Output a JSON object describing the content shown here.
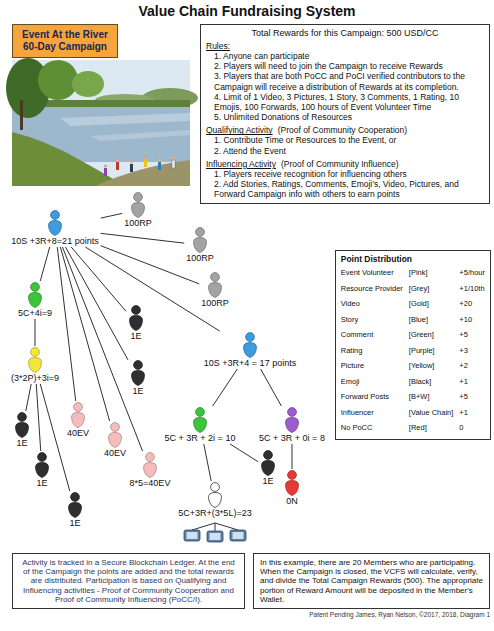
{
  "diagram": {
    "title": "Value Chain Fundraising System",
    "nodes": [
      {
        "text": [
          "Event At the River",
          "60-Day Campaign"
        ]
      },
      {
        "text": [
          "Total Rewards for this Campaign: 500 USD/CC",
          "Rules:",
          "1. Anyone can participate",
          "2. Players will need to join the Campaign to receive Rewards",
          "3. Players that are both PoCC and PoCI verified contributors to the Campaign will receive a distribution of Rewards at its completion.",
          "4. Limit of 1 Video, 3 Pictures, 1 Story, 3 Comments, 1 Rating, 10 Emojis, 100 Forwards, 100 hours of Event Volunteer Time",
          "5. Unlimited Donations of Resources",
          "Qualifying Activity",
          "(Proof of Community Cooperation)",
          "1. Contribute Time or Resources to the Event, or",
          "2. Attend the Event",
          "Influencing Activity",
          "(Proof of Community Influence)",
          "1. Players receive recognition for influencing others",
          "2. Add Stories, Ratings, Comments, Emoji's, Video, Pictures, and Forward Campaign info with others to earn points"
        ]
      },
      {
        "text": [
          "10S +3R+8=21 points"
        ]
      },
      {
        "text": [
          "100RP"
        ]
      },
      {
        "text": [
          "100RP"
        ]
      },
      {
        "text": [
          "100RP"
        ]
      },
      {
        "text": [
          "Point Distribution",
          "Event Volunteer",
          "[Pink]",
          "+5/hour",
          "Resource Provider",
          "[Grey]",
          "+1/10th",
          "Video",
          "[Gold]",
          "+20",
          "Story",
          "[Blue]",
          "+10",
          "Comment",
          "[Green]",
          "+5",
          "Rating",
          "[Purple]",
          "+3",
          "Picture",
          "[Yellow]",
          "+2",
          "Emoji",
          "[Black]",
          "+1",
          "Forward Posts",
          "[B+W]",
          "+5",
          "Influencer",
          "[Value Chain]",
          "+1",
          "No PoCC",
          "[Red]",
          "0"
        ]
      },
      {
        "text": [
          "5C+4i=9"
        ]
      },
      {
        "text": [
          "10S +3R+4 = 17 points"
        ]
      },
      {
        "text": [
          "1E"
        ]
      },
      {
        "text": [
          "(3*2P)+3i=9"
        ]
      },
      {
        "text": [
          "1E"
        ]
      },
      {
        "text": [
          "40EV"
        ]
      },
      {
        "text": [
          "5C + 3R + 2i = 10"
        ]
      },
      {
        "text": [
          "5C + 3R + 0i = 8"
        ]
      },
      {
        "text": [
          "1E"
        ]
      },
      {
        "text": [
          "40EV"
        ]
      },
      {
        "text": [
          "8*5=40EV"
        ]
      },
      {
        "text": [
          "1E"
        ]
      },
      {
        "text": [
          "1E"
        ]
      },
      {
        "text": [
          "5C+3R+(3*5L)=23"
        ]
      },
      {
        "text": [
          "0N"
        ]
      },
      {
        "text": [
          "1E"
        ]
      },
      {
        "text": [
          "Activity is tracked in a Secure Blockchain Ledger. At the end of the Campaign the points are added and the total rewards are distributed. Participation is based on Qualifying and Influencing activities - Proof of Community Cooperation and Proof of Community Influencing (PoCC/I)."
        ]
      },
      {
        "text": [
          "In this example, there are 20 Members who are participating. When the Campaign is closed, the VCFS will calculate, verify, and divide the Total Campaign Rewards (500). The appropriate portion of Reward Amount will be deposited in the Member's Wallet."
        ]
      }
    ],
    "edges": [
      {
        "from": 2,
        "to": 3,
        "arrow": "none"
      },
      {
        "from": 2,
        "to": 4,
        "arrow": "none"
      },
      {
        "from": 2,
        "to": 5,
        "arrow": "none"
      },
      {
        "from": 2,
        "to": 7,
        "arrow": "none"
      },
      {
        "from": 2,
        "to": 8,
        "arrow": "none"
      },
      {
        "from": 2,
        "to": 9,
        "arrow": "none"
      },
      {
        "from": 2,
        "to": 11,
        "arrow": "none"
      },
      {
        "from": 2,
        "to": 12,
        "arrow": "none"
      },
      {
        "from": 2,
        "to": 16,
        "arrow": "none"
      },
      {
        "from": 2,
        "to": 17,
        "arrow": "none"
      },
      {
        "from": 7,
        "to": 10,
        "arrow": "none"
      },
      {
        "from": 10,
        "to": 15,
        "arrow": "none"
      },
      {
        "from": 10,
        "to": 19,
        "arrow": "none"
      },
      {
        "from": 10,
        "to": 22,
        "arrow": "none"
      },
      {
        "from": 8,
        "to": 13,
        "arrow": "none"
      },
      {
        "from": 8,
        "to": 14,
        "arrow": "none"
      },
      {
        "from": 13,
        "to": 18,
        "arrow": "none"
      },
      {
        "from": 13,
        "to": 20,
        "arrow": "none"
      },
      {
        "from": 14,
        "to": 21,
        "arrow": "none"
      }
    ],
    "labels": [
      "Patent Pending James, Ryan Nelson, ©2017, 2018, Diagram 1"
    ]
  }
}
